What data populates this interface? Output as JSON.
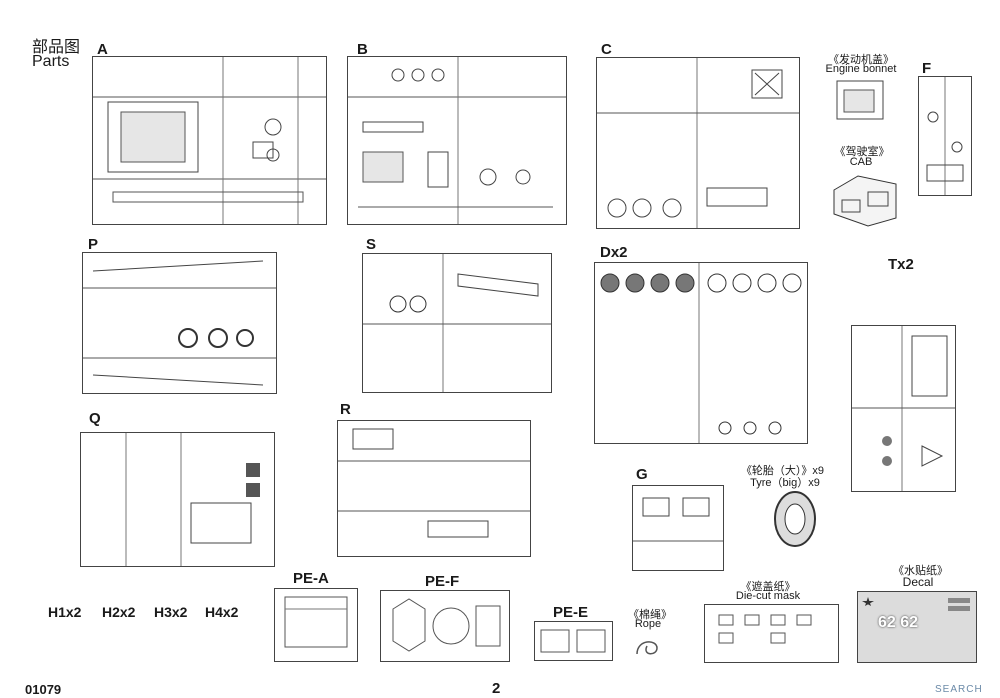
{
  "header": {
    "title_cn": "部品图",
    "title_en": "Parts"
  },
  "sprues": [
    {
      "id": "A",
      "label": "A"
    },
    {
      "id": "B",
      "label": "B"
    },
    {
      "id": "C",
      "label": "C"
    },
    {
      "id": "F",
      "label": "F"
    },
    {
      "id": "P",
      "label": "P"
    },
    {
      "id": "S",
      "label": "S"
    },
    {
      "id": "Dx2",
      "label": "Dx2"
    },
    {
      "id": "Tx2",
      "label": "Tx2"
    },
    {
      "id": "Q",
      "label": "Q"
    },
    {
      "id": "R",
      "label": "R"
    },
    {
      "id": "G",
      "label": "G"
    }
  ],
  "parts": {
    "engine_bonnet": {
      "cn": "《发动机盖》",
      "en": "Engine bonnet"
    },
    "cab": {
      "cn": "《驾驶室》",
      "en": "CAB"
    },
    "tyre": {
      "cn": "《轮胎（大）》x9",
      "en": "Tyre（big）x9"
    },
    "decal": {
      "cn": "《水贴纸》",
      "en": "Decal",
      "numbers": "62 62"
    },
    "die_cut": {
      "cn": "《遮盖纸》",
      "en": "Die-cut mask"
    },
    "rope": {
      "cn": "《棉绳》",
      "en": "Rope"
    },
    "pe_a": "PE-A",
    "pe_f": "PE-F",
    "pe_e": "PE-E"
  },
  "hoses": [
    "H1x2",
    "H2x2",
    "H3x2",
    "H4x2"
  ],
  "footer": {
    "code": "01079",
    "page": "2",
    "watermark": "SEARCH"
  }
}
